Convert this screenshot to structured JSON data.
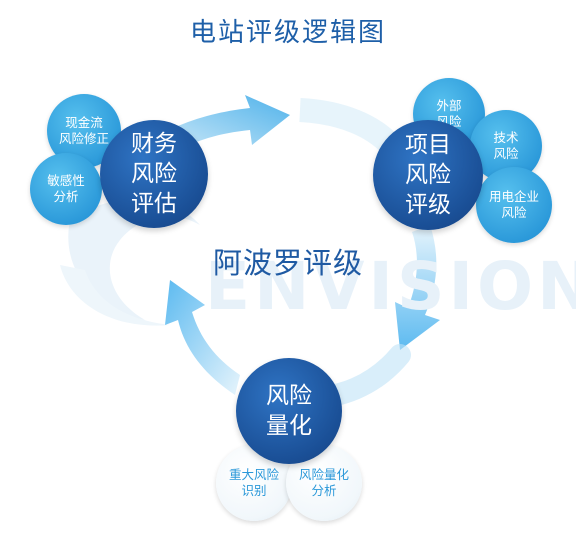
{
  "title": "电站评级逻辑图",
  "center": "阿波罗评级",
  "watermark": "ENVISION",
  "nodes": {
    "financial": {
      "label": "财务\n风险\n评估"
    },
    "project": {
      "label": "项目\n风险\n评级"
    },
    "quant": {
      "label": "风险\n量化"
    }
  },
  "sub_nodes": {
    "cashflow": "现金流\n风险修正",
    "sensitivity": "敏感性\n分析",
    "external": "外部\n风险",
    "tech": "技术\n风险",
    "enterprise": "用电企业\n风险",
    "major": "重大风险\n识别",
    "quant_analysis": "风险量化\n分析"
  },
  "colors": {
    "dark_blue": "#1a4f96",
    "light_blue": "#2a98d9",
    "arrow": "#7fc8f2",
    "title": "#1e5fa8"
  }
}
